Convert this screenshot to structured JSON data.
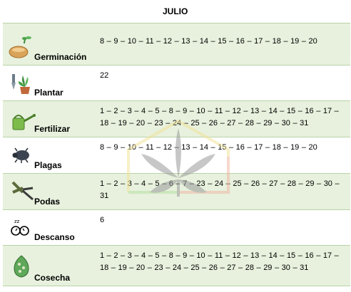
{
  "header": {
    "month": "JULIO"
  },
  "rows": [
    {
      "label": "Germinación",
      "icon": "seedling-icon",
      "dates": "8 – 9 – 10 – 11 – 12 – 13 – 14 – 15 – 16 – 17 – 18 – 19 – 20"
    },
    {
      "label": "Plantar",
      "icon": "trowel-plant-icon",
      "dates": "22"
    },
    {
      "label": "Fertilizar",
      "icon": "watering-can-icon",
      "dates": "1 – 2 – 3 – 4 – 5 – 8 – 9 – 10 – 11 – 12 – 13 – 14 – 15 – 16 – 17 – 18 – 19 – 20 – 23 – 24 – 25 – 26 – 27 – 28 – 29 – 30 – 31"
    },
    {
      "label": "Plagas",
      "icon": "beetle-icon",
      "dates": "8 – 9 – 10 – 11 – 12 – 13 – 14 – 15 – 16 – 17 – 18 – 19 – 20"
    },
    {
      "label": "Podas",
      "icon": "pruning-shears-icon",
      "dates": "1 – 2 – 3 – 4 – 5 – 6 – 7 – 23 – 24 – 25 – 26 – 27 – 28 – 29 – 30 – 31"
    },
    {
      "label": "Descanso",
      "icon": "sleep-clock-icon",
      "dates": "6"
    },
    {
      "label": "Cosecha",
      "icon": "cannabis-bud-icon",
      "dates": "1 – 2 – 3 – 4 – 5 – 8 – 9 – 10 – 11 – 12 – 13 – 14 – 15 – 16 – 17 – 18 – 19 – 20 – 23 – 24 – 25 – 26 – 27 – 28 – 29 – 30 – 31"
    }
  ],
  "colors": {
    "green_row": "#e7f1dd",
    "border": "#b9d3a8"
  }
}
